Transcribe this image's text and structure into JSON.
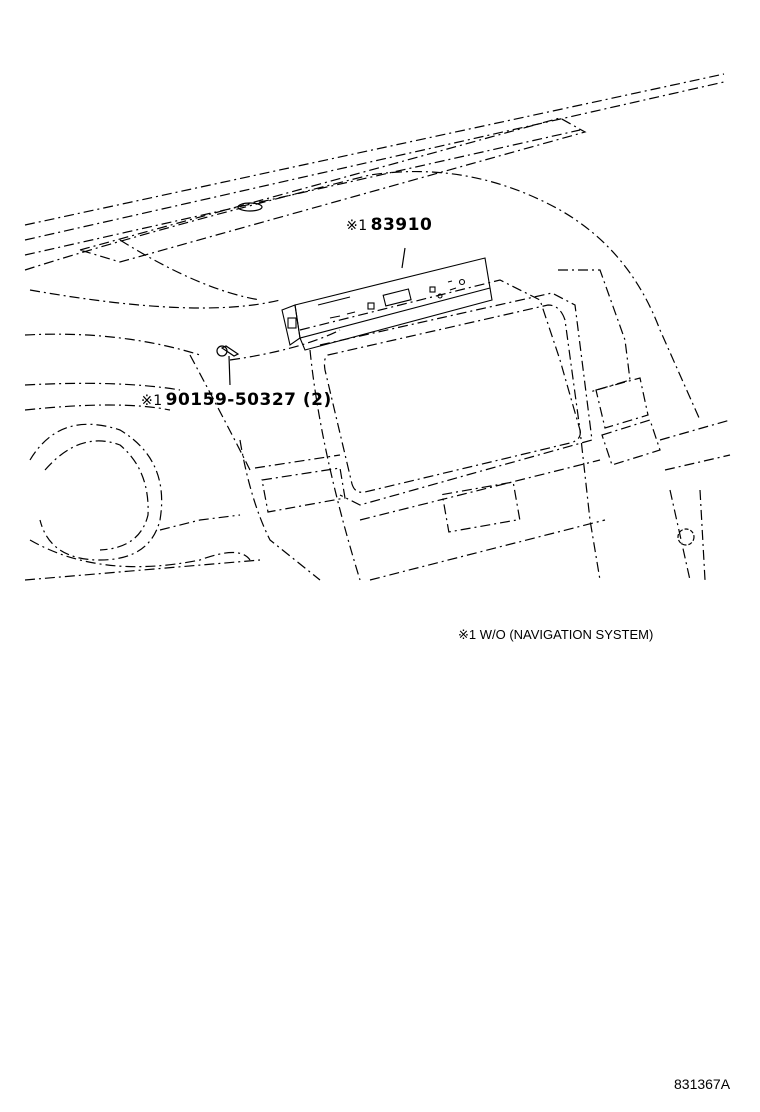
{
  "callouts": {
    "display_part": {
      "mark": "※1",
      "part_no": "83910"
    },
    "screw_part": {
      "mark": "※1",
      "part_no": "90159-50327",
      "qty": "(2)"
    }
  },
  "note": {
    "text": "※1  W/O (NAVIGATION SYSTEM)"
  },
  "diagram_code": "831367A"
}
